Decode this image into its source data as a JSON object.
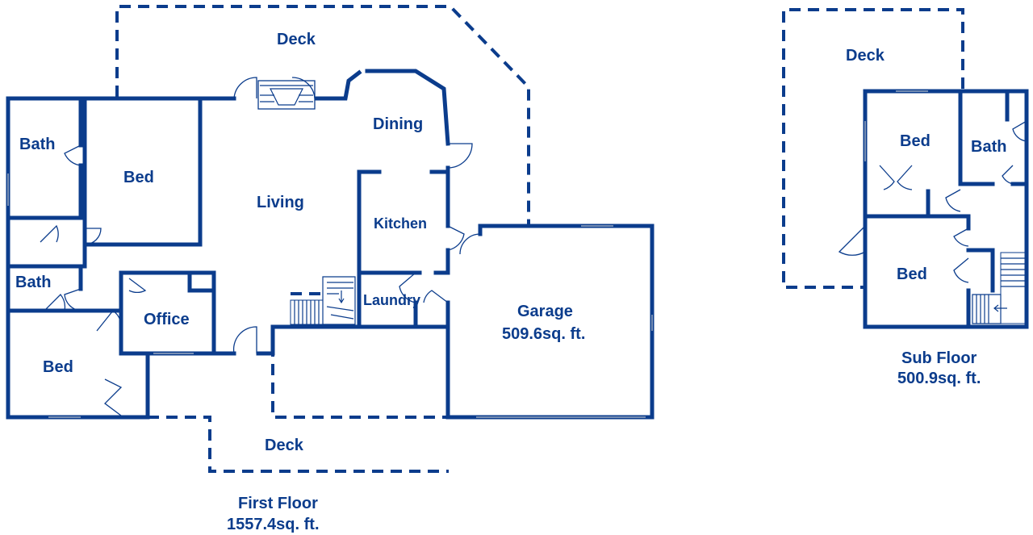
{
  "first_floor": {
    "title": "First Floor",
    "area": "1557.4sq. ft.",
    "rooms": {
      "deck_top": "Deck",
      "deck_bottom": "Deck",
      "bath_1": "Bath",
      "bath_2": "Bath",
      "bed_1": "Bed",
      "bed_2": "Bed",
      "living": "Living",
      "dining": "Dining",
      "kitchen": "Kitchen",
      "laundry": "Laundry",
      "office": "Office",
      "garage": "Garage",
      "garage_area": "509.6sq. ft."
    }
  },
  "sub_floor": {
    "title": "Sub Floor",
    "area": "500.9sq. ft.",
    "rooms": {
      "deck": "Deck",
      "bed_1": "Bed",
      "bed_2": "Bed",
      "bath": "Bath"
    }
  },
  "colors": {
    "wall": "#0b3c8c",
    "background": "#ffffff"
  }
}
